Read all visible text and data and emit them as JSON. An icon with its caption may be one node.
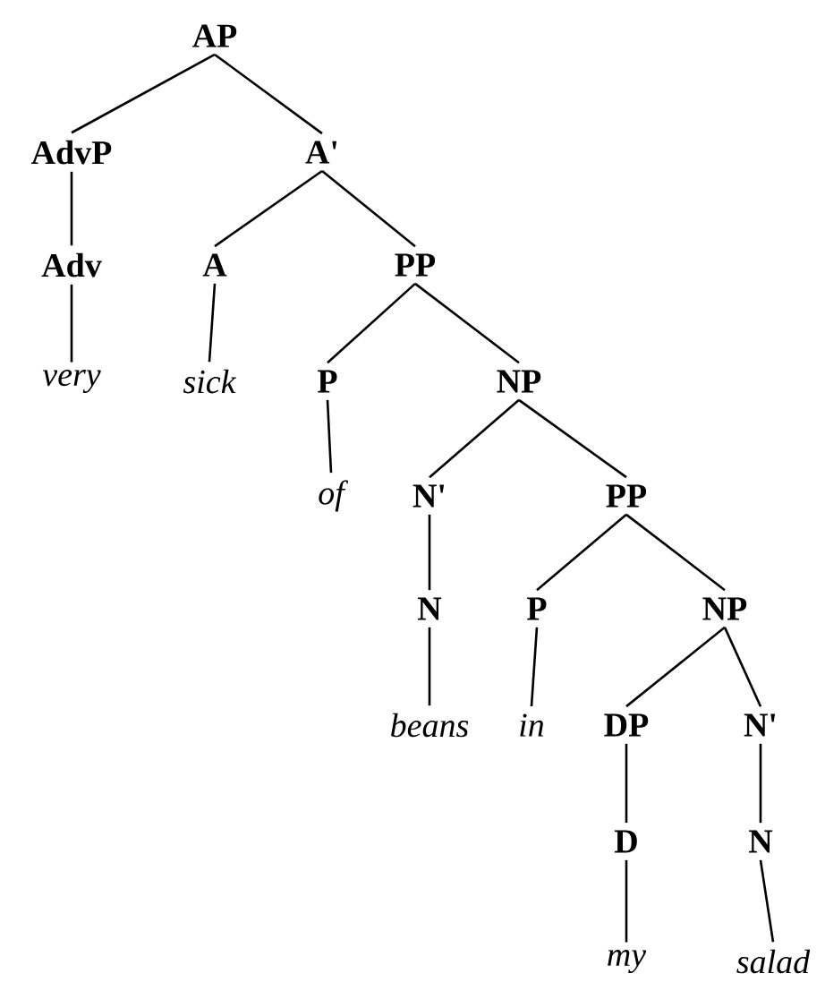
{
  "diagram": {
    "nodes": [
      {
        "text": [
          "AP"
        ]
      },
      {
        "text": [
          "AdvP"
        ]
      },
      {
        "text": [
          "A'"
        ]
      },
      {
        "text": [
          "Adv"
        ]
      },
      {
        "text": [
          "A"
        ]
      },
      {
        "text": [
          "PP"
        ]
      },
      {
        "text": [
          "very"
        ]
      },
      {
        "text": [
          "sick"
        ]
      },
      {
        "text": [
          "P"
        ]
      },
      {
        "text": [
          "NP"
        ]
      },
      {
        "text": [
          "of"
        ]
      },
      {
        "text": [
          "N'"
        ]
      },
      {
        "text": [
          "PP"
        ]
      },
      {
        "text": [
          "N"
        ]
      },
      {
        "text": [
          "P"
        ]
      },
      {
        "text": [
          "NP"
        ]
      },
      {
        "text": [
          "beans"
        ]
      },
      {
        "text": [
          "in"
        ]
      },
      {
        "text": [
          "DP"
        ]
      },
      {
        "text": [
          "N'"
        ]
      },
      {
        "text": [
          "D"
        ]
      },
      {
        "text": [
          "N"
        ]
      },
      {
        "text": [
          "my"
        ]
      },
      {
        "text": [
          "salad"
        ]
      }
    ],
    "edges": [
      {
        "from": 0,
        "to": 1,
        "arrow": "none"
      },
      {
        "from": 0,
        "to": 2,
        "arrow": "none"
      },
      {
        "from": 1,
        "to": 3,
        "arrow": "none"
      },
      {
        "from": 2,
        "to": 4,
        "arrow": "none"
      },
      {
        "from": 2,
        "to": 5,
        "arrow": "none"
      },
      {
        "from": 3,
        "to": 6,
        "arrow": "none"
      },
      {
        "from": 4,
        "to": 7,
        "arrow": "none"
      },
      {
        "from": 5,
        "to": 8,
        "arrow": "none"
      },
      {
        "from": 5,
        "to": 9,
        "arrow": "none"
      },
      {
        "from": 8,
        "to": 10,
        "arrow": "none"
      },
      {
        "from": 9,
        "to": 11,
        "arrow": "none"
      },
      {
        "from": 9,
        "to": 12,
        "arrow": "none"
      },
      {
        "from": 11,
        "to": 13,
        "arrow": "none"
      },
      {
        "from": 13,
        "to": 16,
        "arrow": "none"
      },
      {
        "from": 12,
        "to": 14,
        "arrow": "none"
      },
      {
        "from": 12,
        "to": 15,
        "arrow": "none"
      },
      {
        "from": 14,
        "to": 17,
        "arrow": "none"
      },
      {
        "from": 15,
        "to": 18,
        "arrow": "none"
      },
      {
        "from": 15,
        "to": 19,
        "arrow": "none"
      },
      {
        "from": 18,
        "to": 20,
        "arrow": "none"
      },
      {
        "from": 19,
        "to": 21,
        "arrow": "none"
      },
      {
        "from": 20,
        "to": 22,
        "arrow": "none"
      },
      {
        "from": 21,
        "to": 23,
        "arrow": "none"
      }
    ]
  }
}
